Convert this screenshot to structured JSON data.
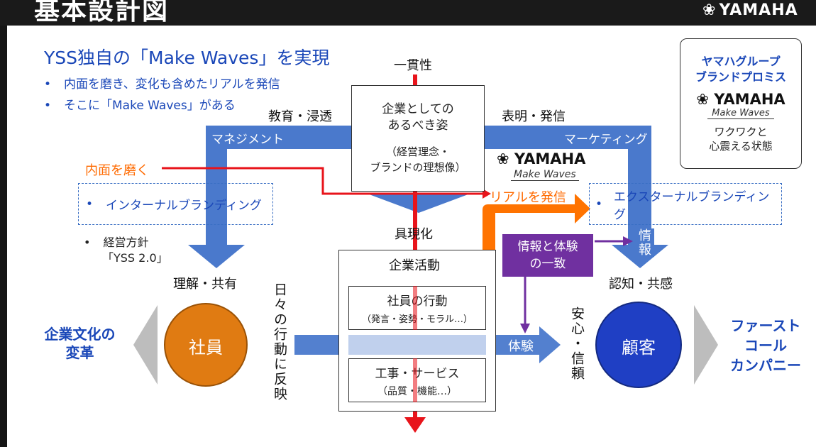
{
  "header": {
    "title": "基本設計図",
    "logo_text": "YAMAHA"
  },
  "headline": "YSS独自の「Make Waves」を実現",
  "bullets": [
    "内面を磨き、変化も含めたリアルを発信",
    "そこに「Make Waves」がある"
  ],
  "consistency_label": "一貫性",
  "corp_ideal": {
    "line1": "企業としての",
    "line2": "あるべき姿",
    "line3": "（経営理念・",
    "line4": "ブランドの理想像）"
  },
  "education_label": "教育・浸透",
  "management_label": "マネジメント",
  "expression_label": "表明・発信",
  "marketing_label": "マーケティング",
  "polish_label": "内面を磨く",
  "real_label": "リアルを発信",
  "internal_branding": "インターナルブランディング",
  "external_branding": "エクスターナルブランディング",
  "policy": {
    "line1": "経営方針",
    "line2": "「YSS 2.0」"
  },
  "embody_label": "具現化",
  "info_label": "情報",
  "info_match": {
    "line1": "情報と体験",
    "line2": "の一致"
  },
  "understanding_label": "理解・共有",
  "recognition_label": "認知・共感",
  "daily_label": "日々の行動に反映",
  "corp_activity": "企業活動",
  "employee_action": {
    "title": "社員の行動",
    "sub": "（発言・姿勢・モラル…）"
  },
  "construction": {
    "title": "工事・サービス",
    "sub": "（品質・機能…）"
  },
  "experience_label": "体験",
  "trust_label": "安心・信頼",
  "employee_circle": "社員",
  "customer_circle": "顧客",
  "culture_change": {
    "line1": "企業文化の",
    "line2": "変革"
  },
  "first_call": {
    "line1": "ファースト",
    "line2": "コール",
    "line3": "カンパニー"
  },
  "brand_promise": {
    "line1": "ヤマハグループ",
    "line2": "ブランドプロミス",
    "logo": "YAMAHA",
    "tagline": "Make Waves",
    "line3": "ワクワクと",
    "line4": "心震える状態"
  },
  "center_logo": {
    "logo": "YAMAHA",
    "tagline": "Make Waves"
  },
  "colors": {
    "blue_arrow": "#4a79cc",
    "red": "#e8141b",
    "orange": "#ff7300",
    "purple": "#7030a0",
    "employee": "#e07b12",
    "customer": "#1f3fc4",
    "text_blue": "#1a47b8"
  }
}
